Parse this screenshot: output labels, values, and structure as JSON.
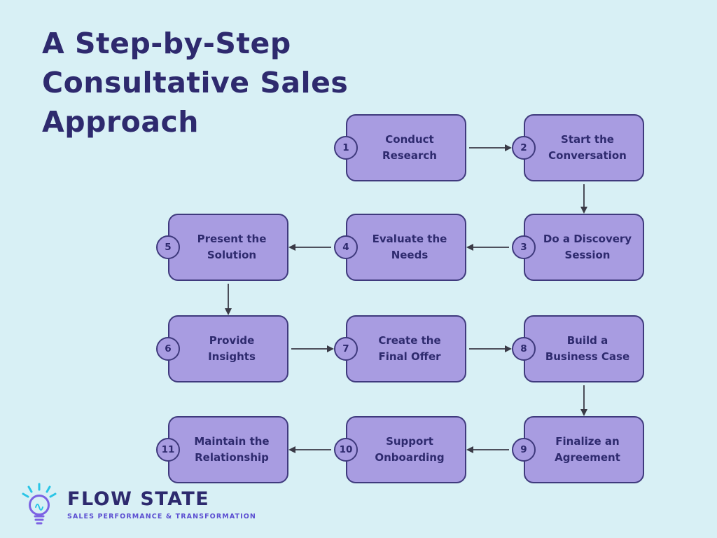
{
  "header": {
    "title_lines": [
      "A Step-by-Step",
      "Consultative Sales",
      "Approach"
    ]
  },
  "steps": [
    {
      "number": "1",
      "label": "Conduct Research"
    },
    {
      "number": "2",
      "label": "Start the Conversation"
    },
    {
      "number": "3",
      "label": "Do a Discovery Session"
    },
    {
      "number": "4",
      "label": "Evaluate the Needs"
    },
    {
      "number": "5",
      "label": "Present the Solution"
    },
    {
      "number": "6",
      "label": "Provide Insights"
    },
    {
      "number": "7",
      "label": "Create the Final Offer"
    },
    {
      "number": "8",
      "label": "Build a Business Case"
    },
    {
      "number": "9",
      "label": "Finalize an Agreement"
    },
    {
      "number": "10",
      "label": "Support Onboarding"
    },
    {
      "number": "11",
      "label": "Maintain the Relationship"
    }
  ],
  "flow_order": [
    "1→2",
    "2→3",
    "3→4",
    "4→5",
    "5→6",
    "6→7",
    "7→8",
    "8→9",
    "9→10",
    "10→11"
  ],
  "logo": {
    "name": "FLOW STATE",
    "tagline": "SALES PERFORMANCE & TRANSFORMATION",
    "icon": "lightbulb-icon"
  },
  "colors": {
    "background": "#d8f0f5",
    "box_fill": "#a89ce1",
    "box_border": "#3f3a7d",
    "box_text": "#2e2a6e",
    "title_text": "#2e2a6e",
    "arrow": "#3a3a46",
    "logo_purple": "#7c62e3",
    "logo_cyan": "#29c5e6",
    "tagline_text": "#5b4ed1"
  }
}
